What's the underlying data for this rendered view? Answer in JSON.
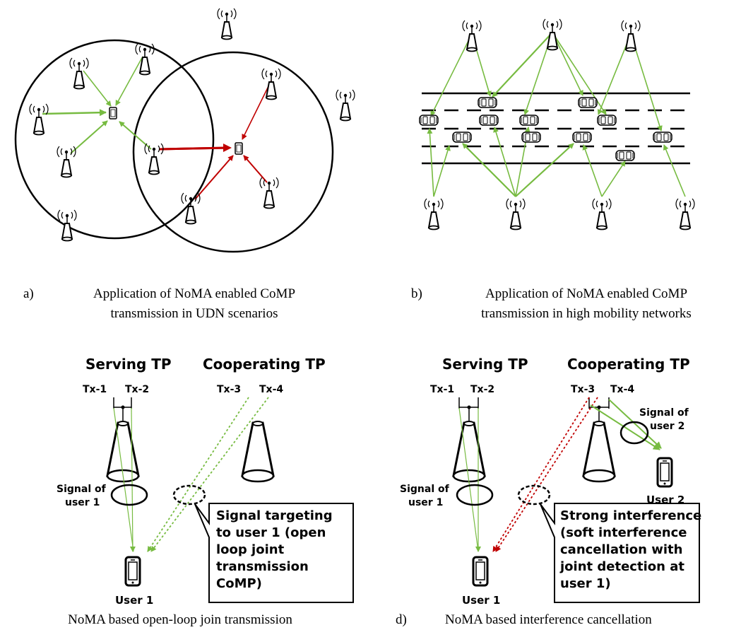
{
  "captions": {
    "a_marker": "a)",
    "a_line1": "Application of NoMA enabled CoMP",
    "a_line2": "transmission in UDN scenarios",
    "b_marker": "b)",
    "b_line1": "Application of NoMA enabled CoMP",
    "b_line2": "transmission in high mobility networks",
    "c_line": "NoMA based open-loop join transmission",
    "d_marker": "d)",
    "d_line": "NoMA based interference cancellation"
  },
  "panel_c": {
    "serving_title": "Serving TP",
    "cooperating_title": "Cooperating TP",
    "tx1": "Tx-1",
    "tx2": "Tx-2",
    "tx3": "Tx-3",
    "tx4": "Tx-4",
    "signal_line1": "Signal of",
    "signal_line2": "user 1",
    "user": "User 1",
    "callout": [
      "Signal targeting",
      "to user 1 (open",
      "loop joint",
      "transmission",
      "CoMP)"
    ]
  },
  "panel_d": {
    "serving_title": "Serving TP",
    "cooperating_title": "Cooperating TP",
    "tx1": "Tx-1",
    "tx2": "Tx-2",
    "tx3": "Tx-3",
    "tx4": "Tx-4",
    "signal1_line1": "Signal of",
    "signal1_line2": "user 1",
    "signal2_line1": "Signal of",
    "signal2_line2": "user 2",
    "user1": "User 1",
    "user2": "User 2",
    "callout": [
      "Strong interference",
      "(soft interference",
      "cancellation with",
      "joint detection at",
      "user 1)"
    ]
  },
  "colors": {
    "green": "#77bb41",
    "red": "#c00000",
    "black": "#000000"
  }
}
